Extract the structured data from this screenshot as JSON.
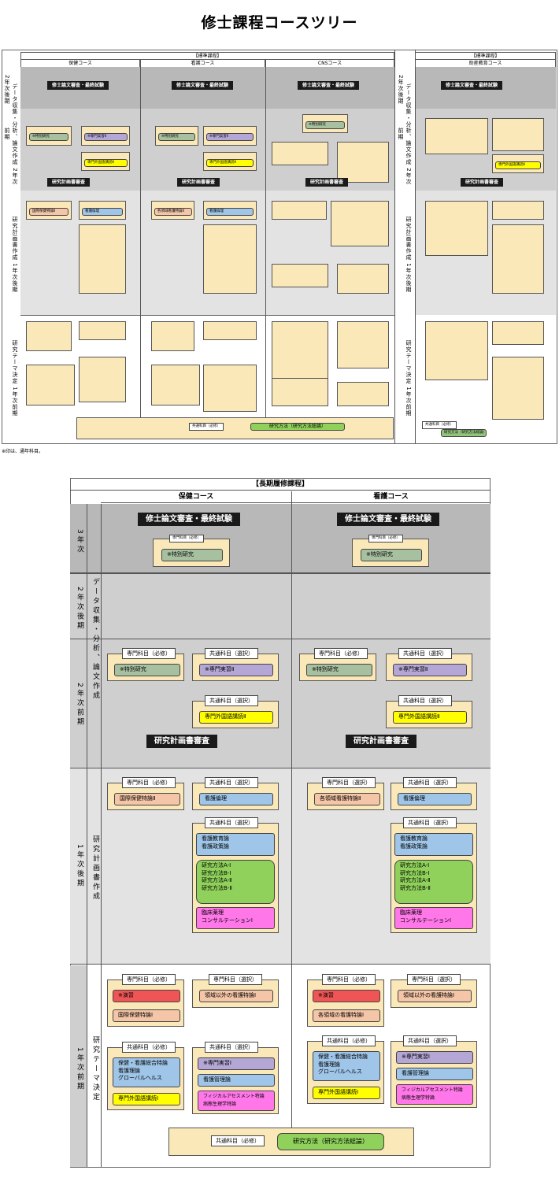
{
  "title": "修士課程コースツリー",
  "footnote": "※印は、通年科目。",
  "top": {
    "standard_label": "【標準課程】",
    "standard_label2": "【標準課程】",
    "courses": [
      "保健コース",
      "看護コース",
      "CNSコース",
      "助産教育コース"
    ],
    "periods_left": [
      "2年次後期",
      "データ収集・分析、論文作成 2年次前期",
      "研究計画書作成 1年次後期",
      "研究テーマ決定 1年次前期"
    ],
    "exam": "修士論文審査・最終試験",
    "plan": "研究計画書審査",
    "common_required": "共通科目（必修）",
    "method_total": "研究方法（研究方法総論）"
  },
  "bottom": {
    "label": "【長期履修課程】",
    "courses": [
      "保健コース",
      "看護コース"
    ],
    "year3": "3年次",
    "y2late": "2年次後期",
    "y2early": "2年次前期",
    "y1late": "1年次後期",
    "y1early": "1年次前期",
    "proc1": "データ収集・分析、論文作成",
    "proc2": "研究計画書作成",
    "proc3": "研究テーマ決定",
    "exam": "修士論文審査・最終試験",
    "plan": "研究計画書審査",
    "senmon_req": "専門科目（必修）",
    "senmon_opt": "専門科目（選択）",
    "kyotsu_opt": "共通科目（選択）",
    "kyotsu_req": "共通科目（必修）",
    "tokubetsu": "※特別研究",
    "jisshu2": "※専門実習Ⅱ",
    "gaikoku2": "専門外国語講読Ⅱ",
    "health_int2": "国際保健特論Ⅱ",
    "nurse_field2": "各領域看護特論Ⅱ",
    "kango_rinri": "看護倫理",
    "edu": "看護教育論\n看護政策論",
    "method4": "研究方法A-Ⅰ\n研究方法B-Ⅰ\n研究方法A-Ⅱ\n研究方法B-Ⅱ",
    "consult": "臨床薬理\nコンサルテーションⅠ",
    "enshu": "※演習",
    "health_int1": "国際保健特論Ⅰ",
    "nurse_field1": "各領域の看護特論Ⅰ",
    "outside": "領域以外の看護特論Ⅰ",
    "hoken_sogo": "保健・看護総合特論\n看護理論\nグローバルヘルス",
    "gaikoku1": "専門外国語講読Ⅰ",
    "jisshu1": "※専門実習Ⅰ",
    "kango_kanri": "看護管理論",
    "physical": "フィジカルアセスメント特論\n病態生理学特論",
    "method_total": "研究方法（研究方法総論）"
  }
}
